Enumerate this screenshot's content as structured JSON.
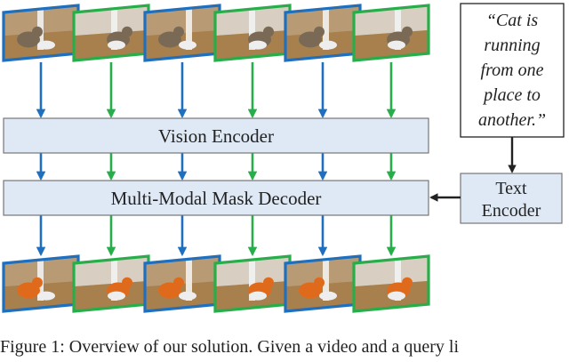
{
  "vision_encoder": {
    "label": "Vision Encoder"
  },
  "mask_decoder": {
    "label": "Multi-Modal Mask Decoder"
  },
  "text_encoder": {
    "line1": "Text",
    "line2": "Encoder"
  },
  "prompt": {
    "lines": [
      "“Cat is",
      "running",
      "from one",
      "place to",
      "another.”"
    ]
  },
  "caption": "Figure 1: Overview of our solution. Given a video and a query li",
  "colors": {
    "blue": "#1f6fbf",
    "green": "#27ae4a",
    "box_fill": "#dfe9f5",
    "box_stroke": "#777777"
  },
  "frame_sequence": [
    "blue",
    "green",
    "blue",
    "green",
    "blue",
    "green"
  ],
  "icons": {
    "input_frame": "cat-frame-icon",
    "output_frame": "cat-mask-frame-icon"
  }
}
